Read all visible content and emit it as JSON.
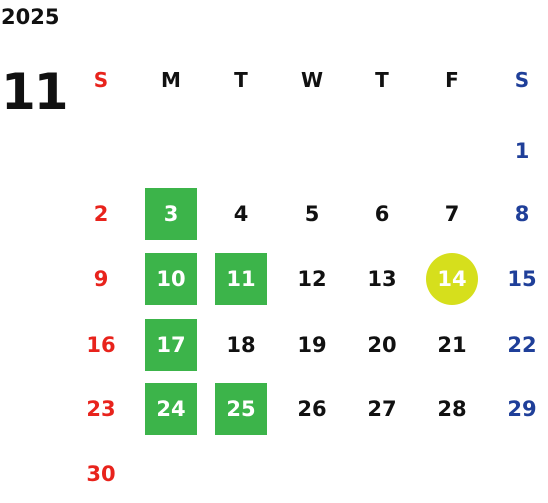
{
  "calendar": {
    "year": "2025",
    "month": "11",
    "weekdays": [
      "S",
      "M",
      "T",
      "W",
      "T",
      "F",
      "S"
    ],
    "days": [
      {
        "label": "1",
        "col": 6,
        "row": 0,
        "mark": ""
      },
      {
        "label": "2",
        "col": 0,
        "row": 1,
        "mark": ""
      },
      {
        "label": "3",
        "col": 1,
        "row": 1,
        "mark": "green"
      },
      {
        "label": "4",
        "col": 2,
        "row": 1,
        "mark": ""
      },
      {
        "label": "5",
        "col": 3,
        "row": 1,
        "mark": ""
      },
      {
        "label": "6",
        "col": 4,
        "row": 1,
        "mark": ""
      },
      {
        "label": "7",
        "col": 5,
        "row": 1,
        "mark": ""
      },
      {
        "label": "8",
        "col": 6,
        "row": 1,
        "mark": ""
      },
      {
        "label": "9",
        "col": 0,
        "row": 2,
        "mark": ""
      },
      {
        "label": "10",
        "col": 1,
        "row": 2,
        "mark": "green"
      },
      {
        "label": "11",
        "col": 2,
        "row": 2,
        "mark": "green"
      },
      {
        "label": "12",
        "col": 3,
        "row": 2,
        "mark": ""
      },
      {
        "label": "13",
        "col": 4,
        "row": 2,
        "mark": ""
      },
      {
        "label": "14",
        "col": 5,
        "row": 2,
        "mark": "today"
      },
      {
        "label": "15",
        "col": 6,
        "row": 2,
        "mark": ""
      },
      {
        "label": "16",
        "col": 0,
        "row": 3,
        "mark": ""
      },
      {
        "label": "17",
        "col": 1,
        "row": 3,
        "mark": "green"
      },
      {
        "label": "18",
        "col": 2,
        "row": 3,
        "mark": ""
      },
      {
        "label": "19",
        "col": 3,
        "row": 3,
        "mark": ""
      },
      {
        "label": "20",
        "col": 4,
        "row": 3,
        "mark": ""
      },
      {
        "label": "21",
        "col": 5,
        "row": 3,
        "mark": ""
      },
      {
        "label": "22",
        "col": 6,
        "row": 3,
        "mark": ""
      },
      {
        "label": "23",
        "col": 0,
        "row": 4,
        "mark": ""
      },
      {
        "label": "24",
        "col": 1,
        "row": 4,
        "mark": "green"
      },
      {
        "label": "25",
        "col": 2,
        "row": 4,
        "mark": "green"
      },
      {
        "label": "26",
        "col": 3,
        "row": 4,
        "mark": ""
      },
      {
        "label": "27",
        "col": 4,
        "row": 4,
        "mark": ""
      },
      {
        "label": "28",
        "col": 5,
        "row": 4,
        "mark": ""
      },
      {
        "label": "29",
        "col": 6,
        "row": 4,
        "mark": ""
      },
      {
        "label": "30",
        "col": 0,
        "row": 5,
        "mark": ""
      }
    ]
  },
  "colors": {
    "sunday": "#e8231c",
    "saturday": "#1f3f99",
    "weekday": "#111111",
    "highlight_green": "#3cb44a",
    "today_circle": "#d6df1c"
  }
}
